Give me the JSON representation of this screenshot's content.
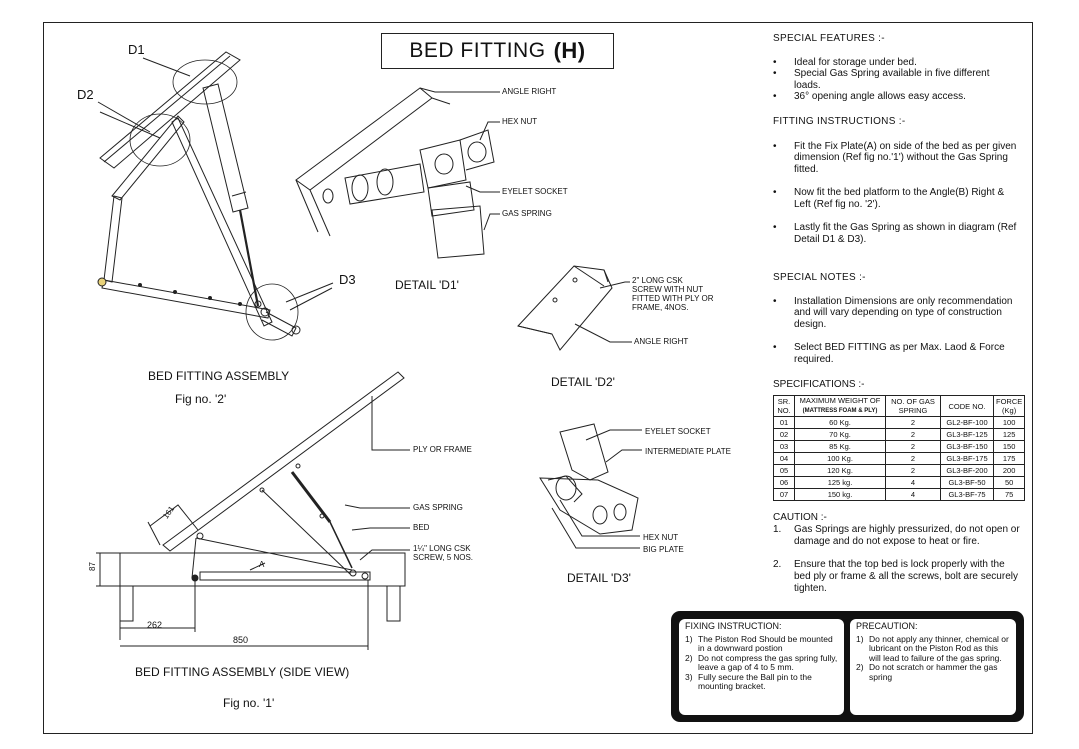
{
  "title": {
    "main": "BED FITTING",
    "suffix": "(H)"
  },
  "assembly": {
    "labels": {
      "d1": "D1",
      "d2": "D2",
      "d3": "D3"
    },
    "caption": "BED FITTING ASSEMBLY",
    "fig": "Fig no. '2'"
  },
  "detail_d1": {
    "caption": "DETAIL 'D1'",
    "callouts": {
      "angle_right": "ANGLE RIGHT",
      "hex_nut": "HEX NUT",
      "eyelet_socket": "EYELET SOCKET",
      "gas_spring": "GAS SPRING"
    }
  },
  "detail_d2": {
    "caption": "DETAIL 'D2'",
    "callouts": {
      "screw": "2\" LONG CSK\nSCREW WITH NUT\nFITTED WITH PLY OR\nFRAME, 4NOS.",
      "angle_right": "ANGLE RIGHT"
    }
  },
  "detail_d3": {
    "caption": "DETAIL 'D3'",
    "callouts": {
      "eyelet_socket": "EYELET SOCKET",
      "intermediate_plate": "INTERMEDIATE PLATE",
      "hex_nut": "HEX NUT",
      "big_plate": "BIG PLATE"
    }
  },
  "side_view": {
    "callouts": {
      "ply": "PLY OR FRAME",
      "gas_spring": "GAS SPRING",
      "bed": "BED",
      "screw": "1¼\" LONG CSK\nSCREW, 5 NOS.",
      "a": "A"
    },
    "dims": {
      "d161": "161",
      "d87": "87",
      "d262": "262",
      "d850": "850"
    },
    "caption": "BED FITTING ASSEMBLY (SIDE VIEW)",
    "fig": "Fig no. '1'"
  },
  "special_features": {
    "heading": "SPECIAL FEATURES :-",
    "items": [
      "Ideal for storage under bed.",
      "Special Gas Spring available in five different loads.",
      "36° opening angle allows easy access."
    ]
  },
  "fitting_instructions": {
    "heading": "FITTING INSTRUCTIONS :-",
    "items": [
      "Fit the Fix Plate(A) on side of the bed as per given dimension (Ref fig no.'1') without the Gas Spring fitted.",
      "Now fit the bed platform to the Angle(B) Right & Left (Ref fig no. '2').",
      "Lastly fit the Gas Spring as shown in diagram (Ref Detail D1 & D3)."
    ]
  },
  "special_notes": {
    "heading": "SPECIAL NOTES :-",
    "items": [
      "Installation Dimensions are only recommendation and will vary depending on type of construction design.",
      "Select BED FITTING as per Max. Laod & Force required."
    ]
  },
  "specifications": {
    "heading": "SPECIFICATIONS :-",
    "headers": {
      "sr": "SR. NO.",
      "weight": "MAXIMUM WEIGHT OF",
      "weight_sub": "(MATTRESS FOAM & PLY)",
      "springs": "NO. OF GAS SPRING",
      "code": "CODE NO.",
      "force": "FORCE",
      "force_unit": "(Kg)"
    },
    "rows": [
      [
        "01",
        "60 Kg.",
        "2",
        "GL2-BF-100",
        "100"
      ],
      [
        "02",
        "70 Kg.",
        "2",
        "GL3-BF-125",
        "125"
      ],
      [
        "03",
        "85 Kg.",
        "2",
        "GL3-BF-150",
        "150"
      ],
      [
        "04",
        "100 Kg.",
        "2",
        "GL3-BF-175",
        "175"
      ],
      [
        "05",
        "120 Kg.",
        "2",
        "GL3-BF-200",
        "200"
      ],
      [
        "06",
        "125 kg.",
        "4",
        "GL3-BF-50",
        "50"
      ],
      [
        "07",
        "150 kg.",
        "4",
        "GL3-BF-75",
        "75"
      ]
    ]
  },
  "caution": {
    "heading": "CAUTION :-",
    "items": [
      {
        "n": "1.",
        "text": "Gas Springs are highly pressurized, do not open or damage and do not expose to heat or fire."
      },
      {
        "n": "2.",
        "text": "Ensure that the top bed is lock properly with the bed ply or frame & all the screws, bolt are securely tighten."
      }
    ]
  },
  "fixing_instruction": {
    "heading": "FIXING INSTRUCTION:",
    "items": [
      {
        "n": "1)",
        "text": "The Piston Rod Should be mounted in a downward postion"
      },
      {
        "n": "2)",
        "text": "Do not compress the gas spring fully, leave a gap of 4 to 5 mm."
      },
      {
        "n": "3)",
        "text": "Fully secure the Ball pin to the mounting bracket."
      }
    ]
  },
  "precaution": {
    "heading": "PRECAUTION:",
    "items": [
      {
        "n": "1)",
        "text": "Do not apply any thinner, chemical or lubricant on the Piston Rod as this will lead to failure of the gas spring."
      },
      {
        "n": "2)",
        "text": "Do not scratch or hammer the gas spring"
      }
    ]
  }
}
